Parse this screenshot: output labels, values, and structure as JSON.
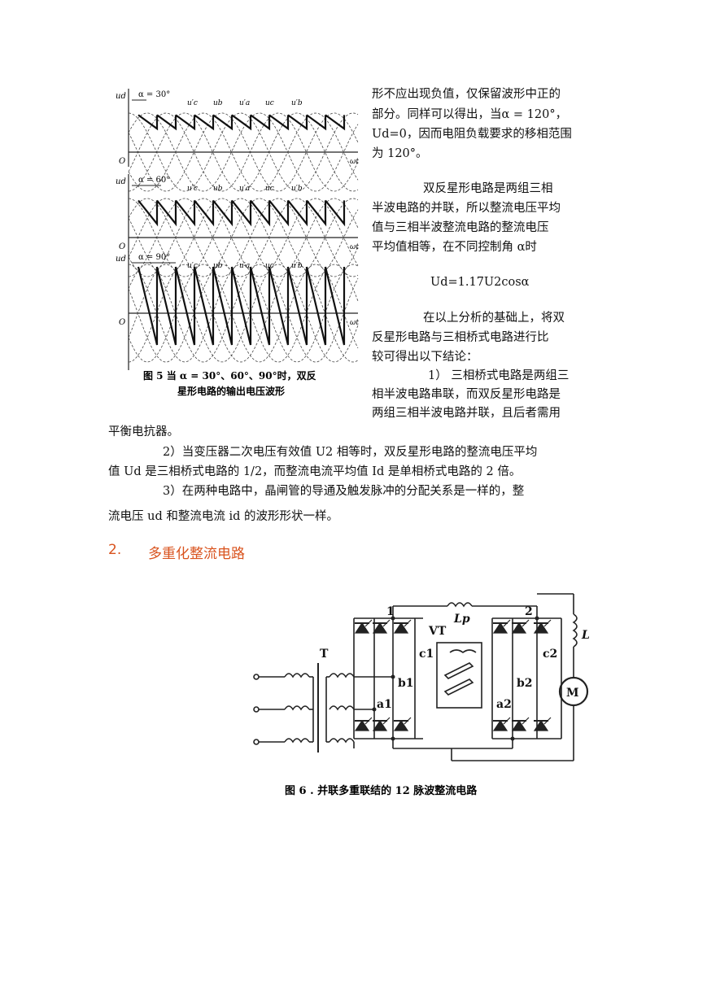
{
  "fig5": {
    "caption_line1": "图 5    当 α = 30°、60°、90°时，双反",
    "caption_line2": "星形电路的输出电压波形",
    "panels": [
      {
        "alpha_label": "α = 30°",
        "phases": [
          "u′c",
          "ub",
          "u′a",
          "uc",
          "u′b"
        ],
        "alpha_deg": 30
      },
      {
        "alpha_label": "α = 60°",
        "phases": [
          "u′c",
          "ub",
          "u′a",
          "uc",
          "u′b"
        ],
        "alpha_deg": 60
      },
      {
        "alpha_label": "α = 90°",
        "phases": [
          "u′c",
          "ub",
          "u′a",
          "uc",
          "u′b"
        ],
        "alpha_deg": 90
      }
    ],
    "ud_label": "ud",
    "origin_label": "O",
    "axis_label": "ωt"
  },
  "text": {
    "l1": "形不应出现负值，仅保留波形中正的",
    "l2": "部分。同样可以得出，当α = 120°，",
    "l3": "Ud=0，因而电阻负载要求的移相范围",
    "l4": "为 120°。",
    "p2_1": "双反星形电路是两组三相",
    "p2_2": "半波电路的并联，所以整流电压平均",
    "p2_3": "值与三相半波整流电路的整流电压",
    "p2_4": "平均值相等，在不同控制角  α时",
    "formula": "Ud=1.17U2cosα",
    "p3_1": "在以上分析的基础上，将双",
    "p3_2": "反星形电路与三相桥式电路进行比",
    "p3_3": "较可得出以下结论：",
    "c1_1": "1） 三相桥式电路是两组三",
    "c1_2": "相半波电路串联，而双反星形电路是",
    "c1_3": "两组三相半波电路并联，且后者需用",
    "c1_4": "平衡电抗器。",
    "c2_1": "2）当变压器二次电压有效值 U2 相等时，双反星形电路的整流电压平均",
    "c2_2": "值 Ud 是三相桥式电路的 1/2，而整流电流平均值 Id 是单相桥式电路的 2 倍。",
    "c3_1": "3）在两种电路中，晶闸管的导通及触发脉冲的分配关系是一样的，整",
    "c3_2": "流电压 ud 和整流电流 id 的波形形状一样。"
  },
  "section": {
    "number": "2.",
    "title": "多重化整流电路"
  },
  "fig6": {
    "caption": "图 6   .  并联多重联结的 12 脉波整流电路",
    "labels": {
      "T": "T",
      "VT": "VT",
      "node1": "1",
      "node2": "2",
      "Lp": "Lp",
      "L": "L",
      "M": "M",
      "c1": "c1",
      "b1": "b1",
      "a1": "a1",
      "c2": "c2",
      "b2": "b2",
      "a2": "a2"
    }
  }
}
